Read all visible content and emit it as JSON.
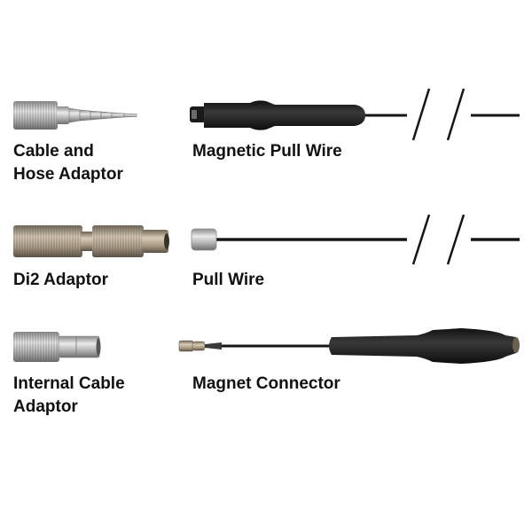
{
  "items": [
    {
      "id": "cable-hose-adaptor",
      "label_lines": [
        "Cable and",
        "Hose Adaptor"
      ]
    },
    {
      "id": "magnetic-pull-wire",
      "label_lines": [
        "Magnetic Pull Wire"
      ]
    },
    {
      "id": "di2-adaptor",
      "label_lines": [
        "Di2 Adaptor"
      ]
    },
    {
      "id": "pull-wire",
      "label_lines": [
        "Pull Wire"
      ]
    },
    {
      "id": "internal-cable-adaptor",
      "label_lines": [
        "Internal Cable",
        "Adaptor"
      ]
    },
    {
      "id": "magnet-connector",
      "label_lines": [
        "Magnet Connector"
      ]
    }
  ],
  "colors": {
    "text": "#111111",
    "wire": "#151515",
    "heat_shrink": "#262626",
    "metal_silver": "#c9c9c9",
    "metal_brass": "#b7a892"
  }
}
